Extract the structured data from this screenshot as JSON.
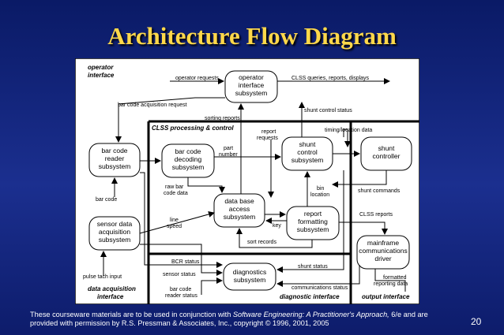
{
  "title": "Architecture Flow Diagram",
  "footer": {
    "text_before": "These courseware materials are to be used in conjunction with ",
    "book": "Software Engineering: A Practitioner's Approach,",
    "text_after": " 6/e and are provided with permission by R.S. Pressman & Associates, Inc., copyright © 1996, 2001, 2005"
  },
  "page_number": "20",
  "regions": {
    "operator_interface": [
      "operator",
      "interface"
    ],
    "clss": "CLSS  processing & control",
    "data_acquisition": [
      "data acquisition",
      "interface"
    ],
    "diagnostic": "diagnostic interface",
    "output": "output interface"
  },
  "processes": {
    "operator_subsystem": [
      "operator",
      "interface",
      "subsystem"
    ],
    "bar_code_reader": [
      "bar code",
      "reader",
      "subsystem"
    ],
    "bar_code_decoding": [
      "bar code",
      "decoding",
      "subsystem"
    ],
    "shunt_control": [
      "shunt",
      "control",
      "subsystem"
    ],
    "shunt_controller": [
      "shunt",
      "controller"
    ],
    "sensor_data": [
      "sensor data",
      "acquisition",
      "subsystem"
    ],
    "data_base_access": [
      "data base",
      "access",
      "subsystem"
    ],
    "report_formatting": [
      "report",
      "formatting",
      "subsystem"
    ],
    "mainframe": [
      "mainframe",
      "communications",
      "driver"
    ],
    "diagnostics": [
      "diagnostics",
      "subsystem"
    ]
  },
  "flows": {
    "operator_requests": "operator requests",
    "clss_queries": "CLSS queries, reports, displays",
    "bar_code_acq_request": "bar code acquisition request",
    "shunt_control_status": "shunt control status",
    "sorting_reports": "sorting reports",
    "report_requests": [
      "report",
      "requests"
    ],
    "timing_location": "timing/location data",
    "part_number": [
      "part",
      "number"
    ],
    "raw_bar_code": [
      "raw bar",
      "code data"
    ],
    "bin_location": [
      "bin",
      "location"
    ],
    "shunt_commands": "shunt commands",
    "bar_code": "bar code",
    "line_speed": [
      "line",
      "speed"
    ],
    "key": "key",
    "clss_reports": "CLSS reports",
    "sort_records": "sort records",
    "bcr_status": "BCR status",
    "sensor_status": "sensor status",
    "shunt_status": "shunt status",
    "pulse_tach": "pulse tach input",
    "bar_code_reader_status": [
      "bar code",
      "reader status"
    ],
    "communications_status": "communications status",
    "formatted_reporting": [
      "formatted",
      "reporting data"
    ]
  },
  "colors": {
    "title": "#ffd84a",
    "background": "#0d1c6b",
    "diagram_bg": "#ffffff",
    "lines": "#000000"
  }
}
